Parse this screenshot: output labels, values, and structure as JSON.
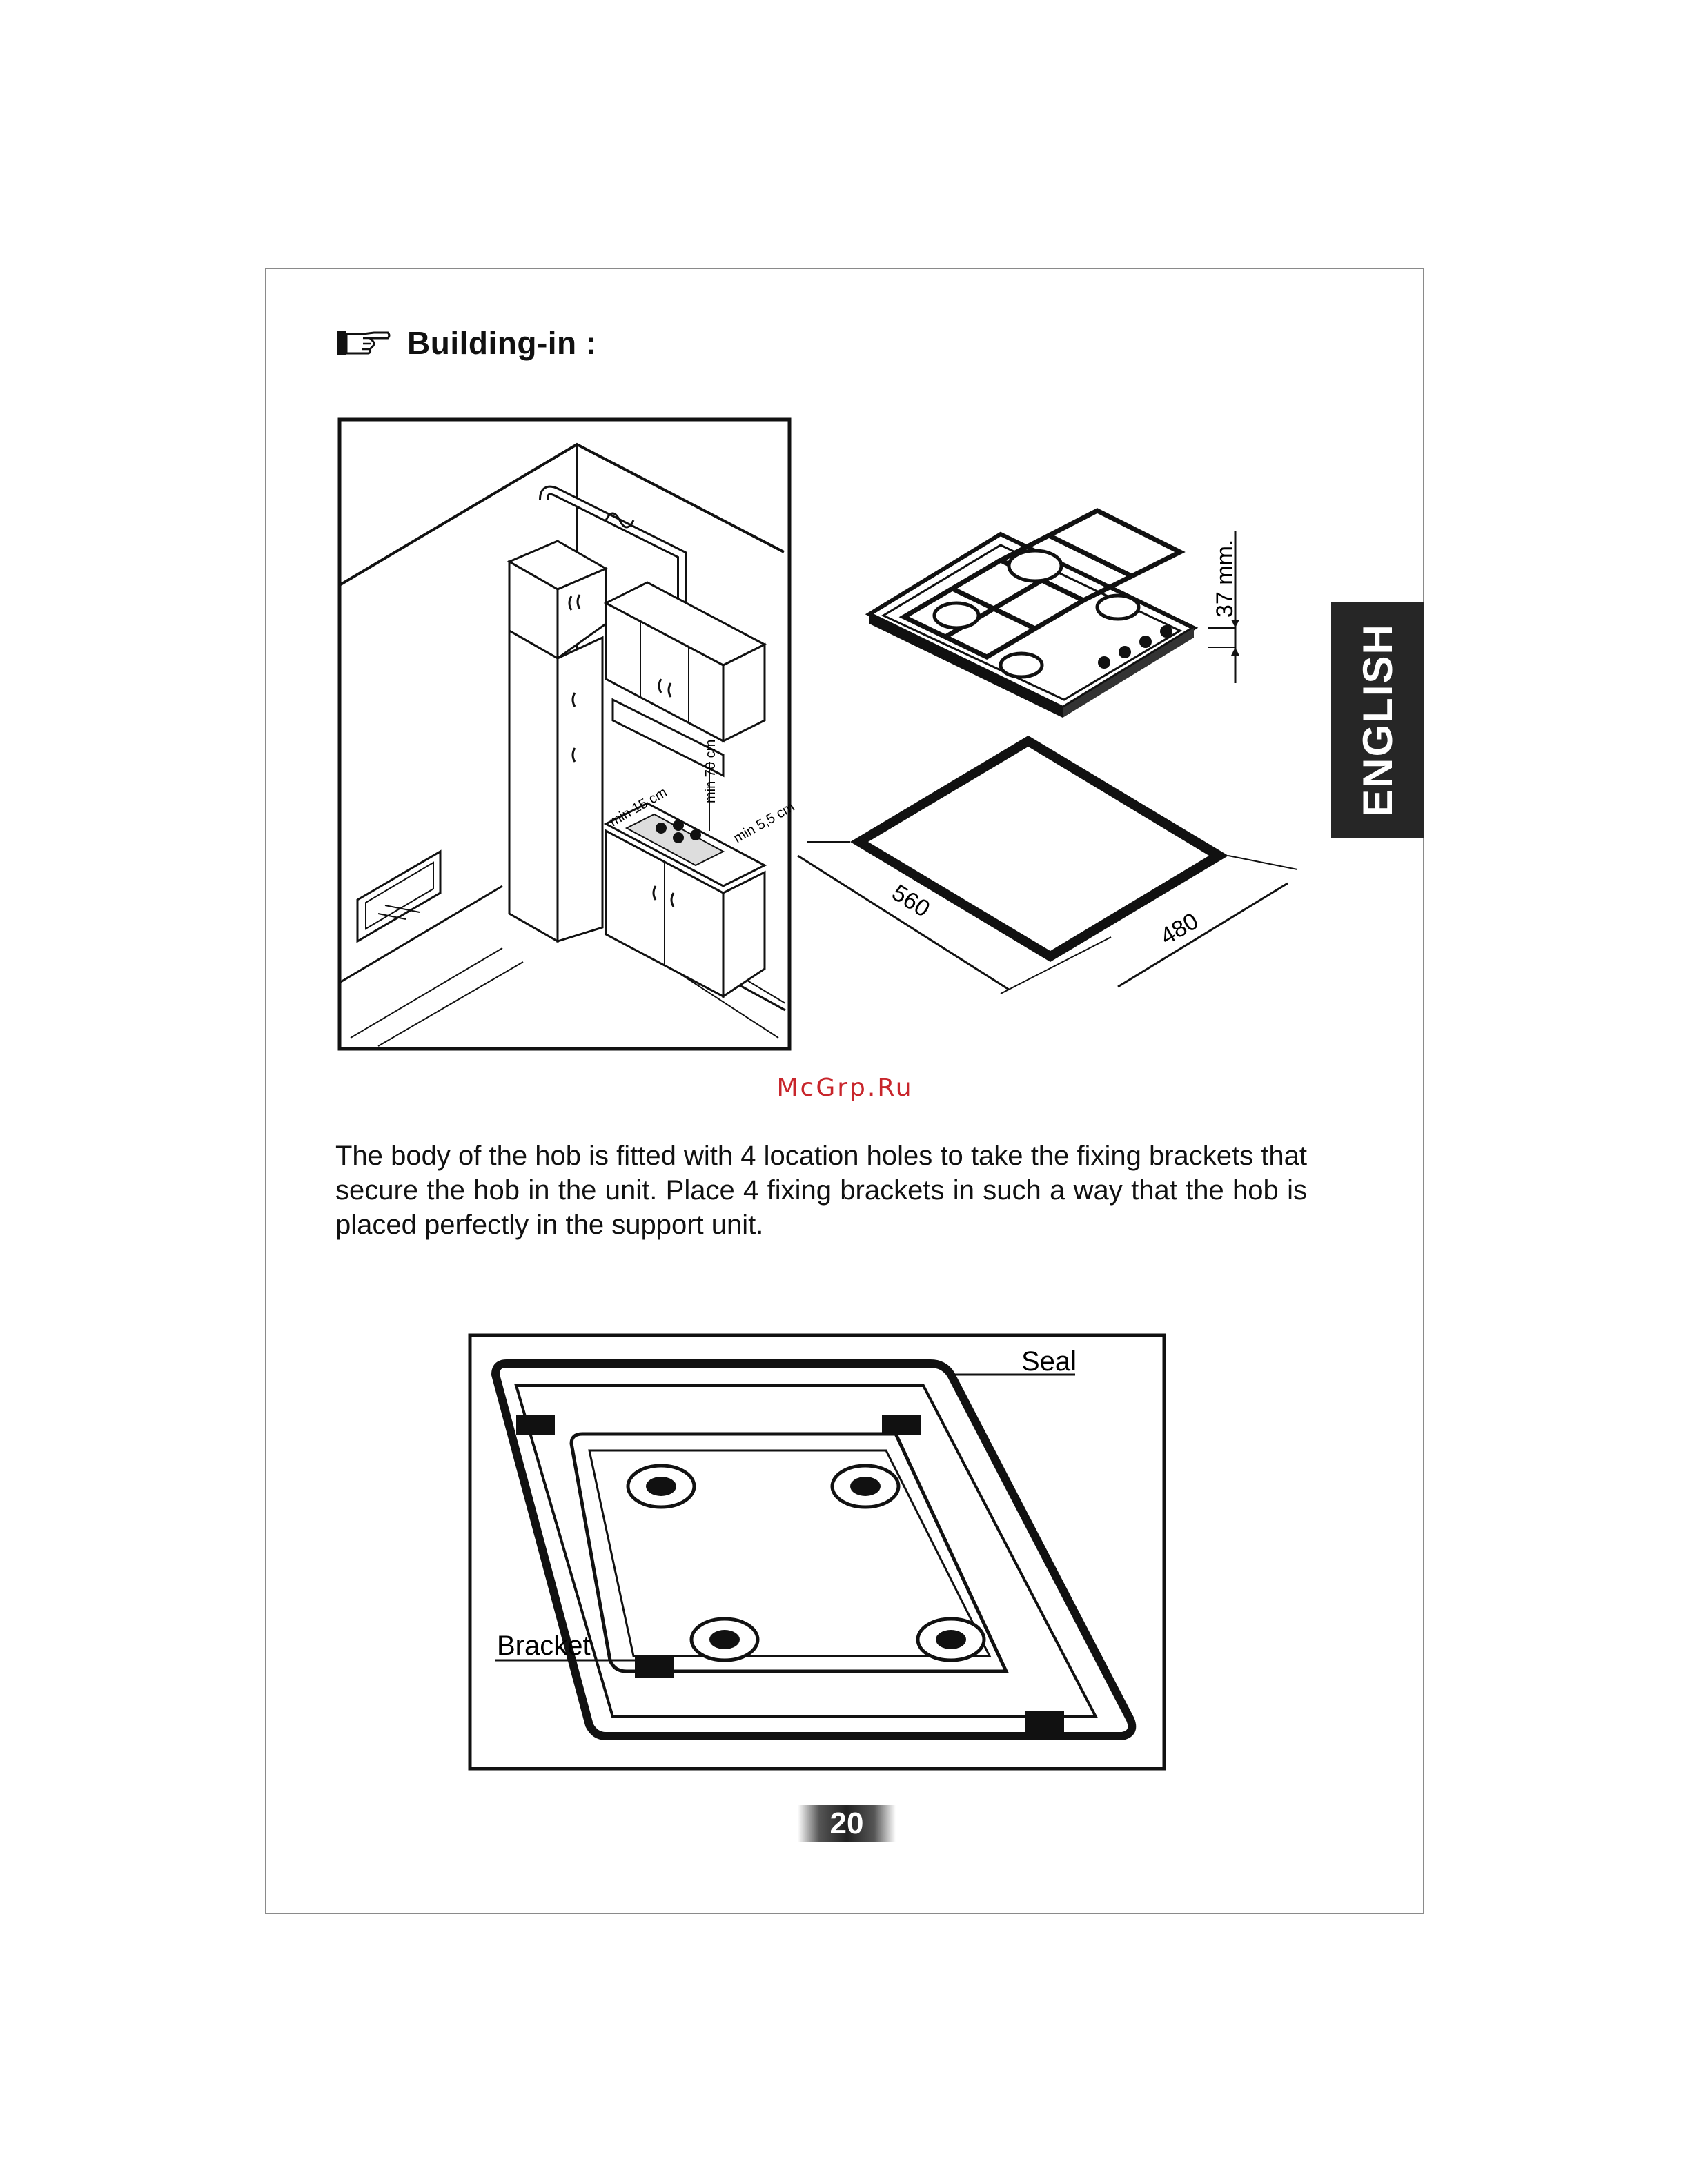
{
  "section": {
    "title": "Building-in :",
    "pointer_icon": "pointing-hand-icon"
  },
  "language_tab": "ENGLISH",
  "figure_installation": {
    "label_hood_clearance": "min 70 cm",
    "label_side_clearance": "min 15 cm",
    "label_back_clearance": "min 5,5 cm"
  },
  "figure_dimensions": {
    "height_label": "37 mm.",
    "width_label": "560",
    "depth_label": "480"
  },
  "watermark": "McGrp.Ru",
  "body_text": "The body of the hob is fitted with 4 location holes to take the fixing brackets that secure the hob in the unit. Place 4 fixing brackets in such a way that the hob is placed perfectly in the support unit.",
  "figure_bottom": {
    "seal_label": "Seal",
    "bracket_label": "Bracket"
  },
  "page_number": "20",
  "colors": {
    "text": "#111111",
    "tab_background": "#262626",
    "watermark": "#c8252b"
  }
}
